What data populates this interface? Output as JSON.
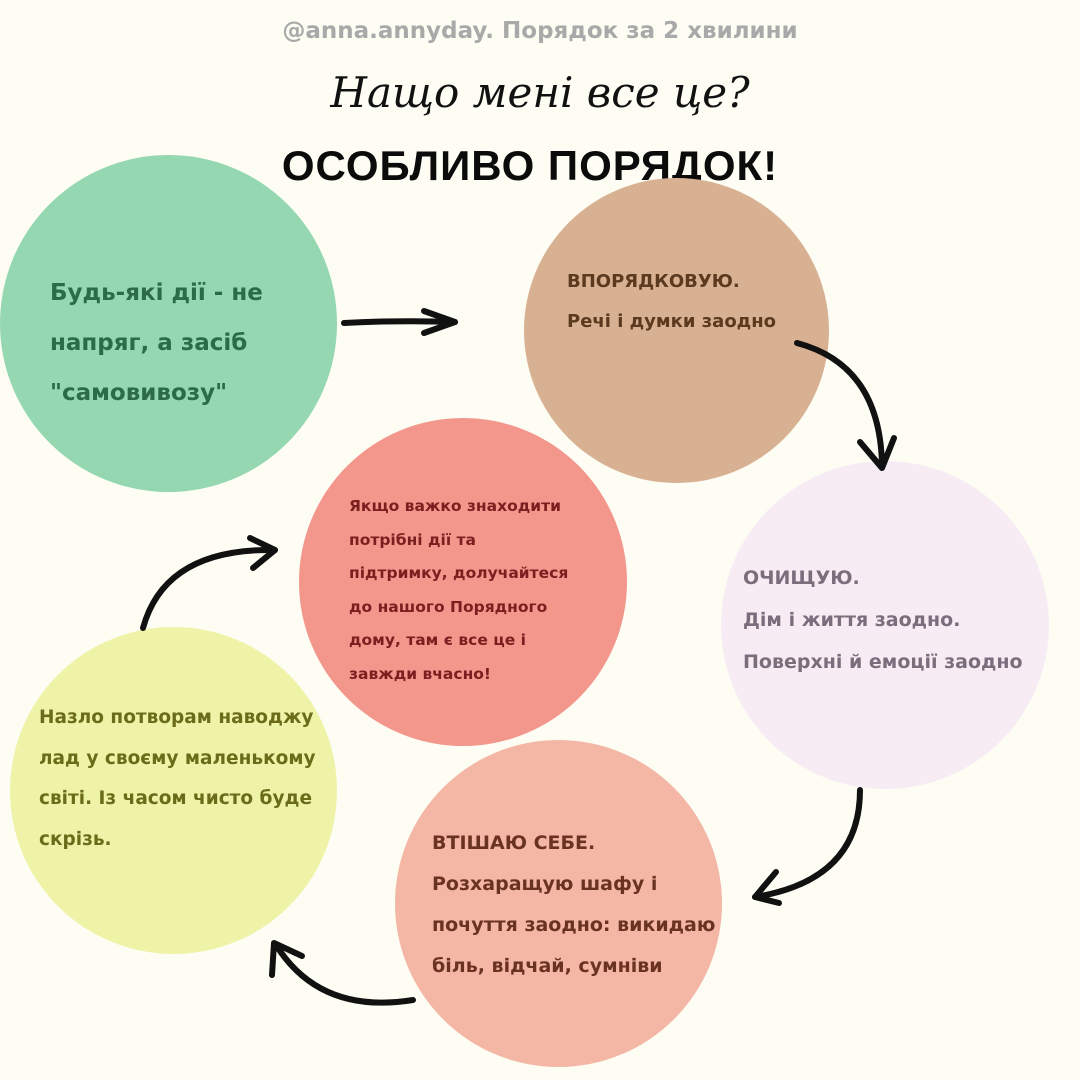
{
  "header": {
    "handle": "@anna.annyday. Порядок за 2 хвилини",
    "subtitle": "Нащо мені все це?",
    "title": "ОСОБЛИВО ПОРЯДОК!"
  },
  "nodes": {
    "green": {
      "lines": [
        "Будь-які дії - не",
        "напряг, а засіб",
        "\"самовивозу\""
      ],
      "color": "#94d7b0",
      "text_color": "#2b6b45"
    },
    "tan": {
      "heading": "ВПОРЯДКОВУЮ.",
      "lines": [
        "Речі і думки заодно"
      ],
      "color": "#d8b193",
      "text_color": "#5b3a1f"
    },
    "lavender": {
      "heading": "ОЧИЩУЮ.",
      "lines": [
        "Дім і життя заодно.",
        "Поверхні й емоції заодно"
      ],
      "color": "#f7ecf4",
      "text_color": "#7b6d7c"
    },
    "peach": {
      "heading": "ВТІШАЮ СЕБЕ.",
      "lines": [
        "Розхаращую шафу і",
        "почуття заодно: викидаю",
        "біль, відчай, сумніви"
      ],
      "color": "#f4b7a6",
      "text_color": "#6a3220"
    },
    "yellow": {
      "lines": [
        "Назло потворам наводжу",
        "лад у своєму маленькому",
        "світі. Із часом чисто буде",
        "скрізь."
      ],
      "color": "#eff3a8",
      "text_color": "#6b6c1a"
    },
    "center": {
      "lines": [
        "Якщо важко знаходити",
        "потрібні дії та",
        "підтримку, долучайтеся",
        "до нашого Порядного",
        "дому, там є все це і",
        "завжди вчасно!"
      ],
      "color": "#f3968c",
      "text_color": "#7a1f1f"
    }
  }
}
